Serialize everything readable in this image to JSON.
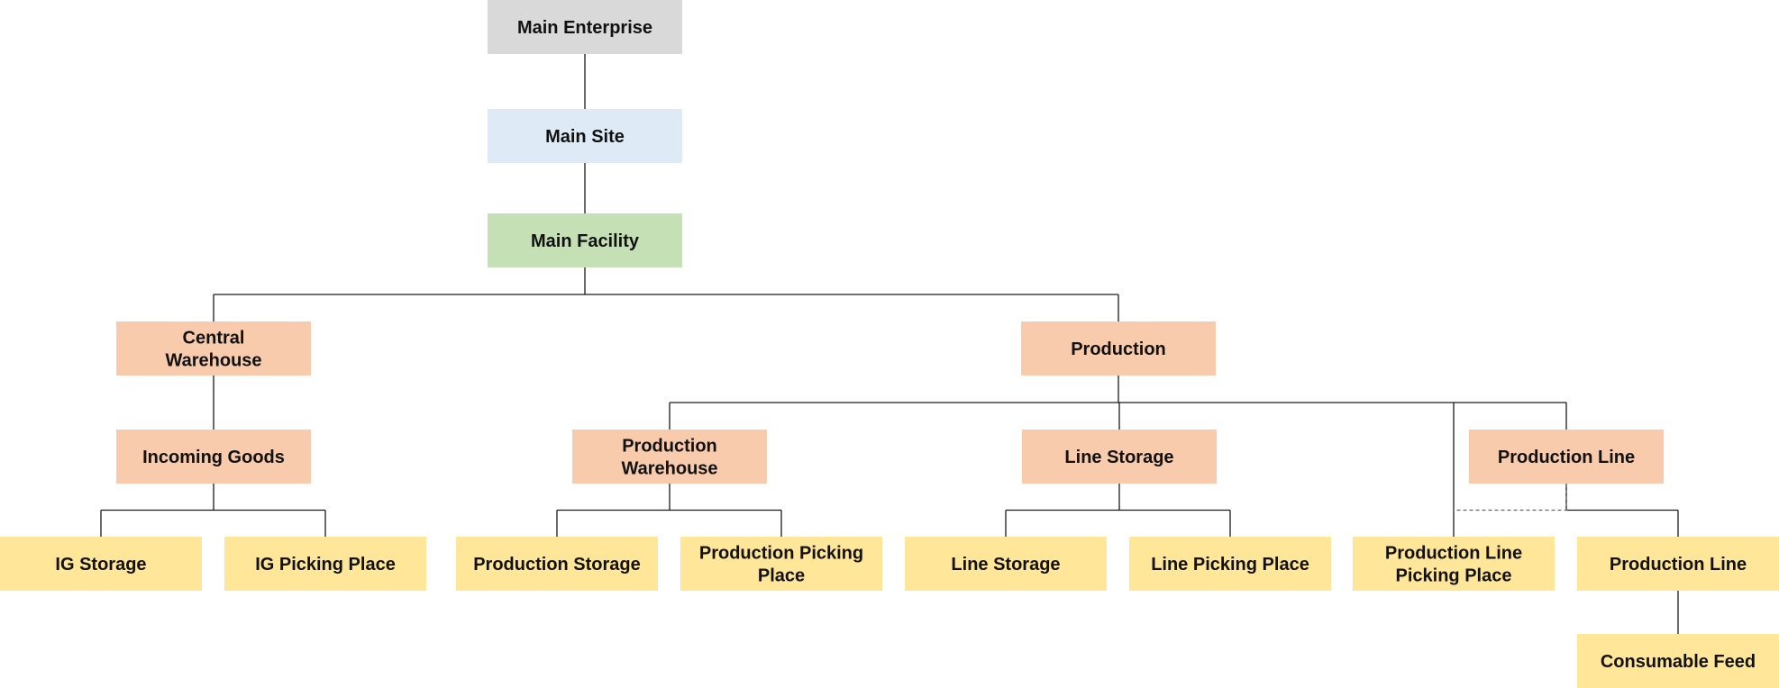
{
  "colors": {
    "enterprise": "#d9d9d9",
    "site": "#deebf7",
    "facility": "#c5e0b4",
    "area": "#f8cbad",
    "location": "#ffe699",
    "line": "#1a1a1a"
  },
  "nodes": [
    {
      "id": "main-enterprise",
      "level": "enterprise",
      "label": [
        "Main Enterprise"
      ]
    },
    {
      "id": "main-site",
      "level": "site",
      "label": [
        "Main Site"
      ]
    },
    {
      "id": "main-facility",
      "level": "facility",
      "label": [
        "Main Facility"
      ]
    },
    {
      "id": "central-warehouse",
      "level": "area",
      "label": [
        "Central",
        "Warehouse"
      ]
    },
    {
      "id": "production",
      "level": "area",
      "label": [
        "Production"
      ]
    },
    {
      "id": "incoming-goods",
      "level": "area",
      "label": [
        "Incoming Goods"
      ]
    },
    {
      "id": "production-warehouse",
      "level": "area",
      "label": [
        "Production",
        "Warehouse"
      ]
    },
    {
      "id": "line-storage-area",
      "level": "area",
      "label": [
        "Line Storage"
      ]
    },
    {
      "id": "production-line-area",
      "level": "area",
      "label": [
        "Production Line"
      ]
    },
    {
      "id": "ig-storage",
      "level": "location",
      "label": [
        "IG Storage"
      ]
    },
    {
      "id": "ig-picking-place",
      "level": "location",
      "label": [
        "IG Picking Place"
      ]
    },
    {
      "id": "production-storage",
      "level": "location",
      "label": [
        "Production Storage"
      ]
    },
    {
      "id": "production-picking-place",
      "level": "location",
      "label": [
        "Production Picking",
        "Place"
      ]
    },
    {
      "id": "line-storage",
      "level": "location",
      "label": [
        "Line Storage"
      ]
    },
    {
      "id": "line-picking-place",
      "level": "location",
      "label": [
        "Line Picking Place"
      ]
    },
    {
      "id": "production-line-picking-place",
      "level": "location",
      "label": [
        "Production Line",
        "Picking Place"
      ]
    },
    {
      "id": "production-line",
      "level": "location",
      "label": [
        "Production Line"
      ]
    },
    {
      "id": "consumable-feed",
      "level": "location",
      "label": [
        "Consumable Feed"
      ]
    }
  ],
  "edges": [
    {
      "from": "main-enterprise",
      "to": "main-site"
    },
    {
      "from": "main-site",
      "to": "main-facility"
    },
    {
      "from": "main-facility",
      "to": "central-warehouse"
    },
    {
      "from": "main-facility",
      "to": "production"
    },
    {
      "from": "central-warehouse",
      "to": "incoming-goods"
    },
    {
      "from": "production",
      "to": "production-warehouse"
    },
    {
      "from": "production",
      "to": "line-storage-area"
    },
    {
      "from": "production",
      "to": "production-line-area"
    },
    {
      "from": "production",
      "to": "production-line-picking-place"
    },
    {
      "from": "incoming-goods",
      "to": "ig-storage"
    },
    {
      "from": "incoming-goods",
      "to": "ig-picking-place"
    },
    {
      "from": "production-warehouse",
      "to": "production-storage"
    },
    {
      "from": "production-warehouse",
      "to": "production-picking-place"
    },
    {
      "from": "line-storage-area",
      "to": "line-storage"
    },
    {
      "from": "line-storage-area",
      "to": "line-picking-place"
    },
    {
      "from": "production-line-area",
      "to": "production-line"
    },
    {
      "from": "production-line-area",
      "to": "production-line-picking-place",
      "style": "dashed"
    },
    {
      "from": "production-line",
      "to": "consumable-feed"
    }
  ]
}
